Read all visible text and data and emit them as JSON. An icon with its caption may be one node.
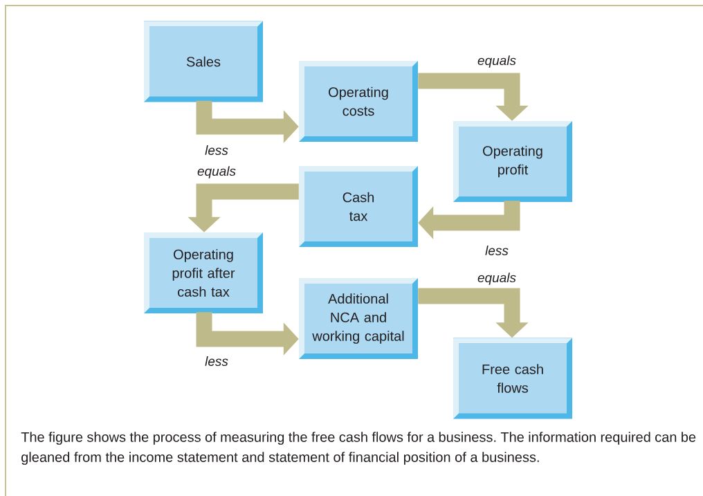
{
  "diagram": {
    "caption": "The figure shows the process of measuring the free cash flows for a business. The information required can be gleaned from the income statement and statement of financial position of a business.",
    "nodes": [
      {
        "text": [
          "Sales"
        ]
      },
      {
        "text": [
          "Operating costs"
        ]
      },
      {
        "text": [
          "Operating profit"
        ]
      },
      {
        "text": [
          "Cash tax"
        ]
      },
      {
        "text": [
          "Operating profit after cash tax"
        ]
      },
      {
        "text": [
          "Additional NCA and working capital"
        ]
      },
      {
        "text": [
          "Free cash flows"
        ]
      }
    ],
    "edges": [
      {
        "from": 0,
        "to": 1,
        "arrow": "to",
        "label": "less"
      },
      {
        "from": 1,
        "to": 2,
        "arrow": "to",
        "label": "equals"
      },
      {
        "from": 2,
        "to": 3,
        "arrow": "to",
        "label": "less"
      },
      {
        "from": 3,
        "to": 4,
        "arrow": "to",
        "label": "equals"
      },
      {
        "from": 4,
        "to": 5,
        "arrow": "to",
        "label": "less"
      },
      {
        "from": 5,
        "to": 6,
        "arrow": "to",
        "label": "equals"
      }
    ]
  }
}
